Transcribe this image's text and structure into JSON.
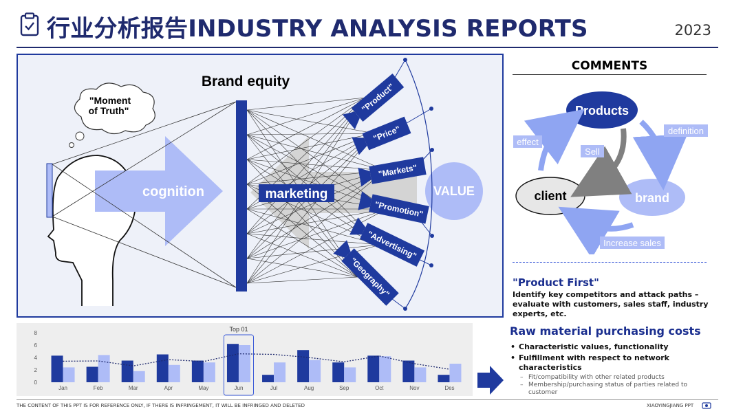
{
  "header": {
    "title": "行业分析报告INDUSTRY ANALYSIS REPORTS",
    "year": "2023"
  },
  "diagram": {
    "brand_equity": "Brand equity",
    "thought_line1": "\"Moment",
    "thought_line2": "of Truth\"",
    "cognition": "cognition",
    "marketing": "marketing",
    "value": "VALUE",
    "tags": [
      "\"Product\"",
      "\"Price\"",
      "\"Markets\"",
      "\"Promotion\"",
      "\"Advertising\"",
      "\"Geography\""
    ]
  },
  "comments": {
    "title": "COMMENTS",
    "products": "Products",
    "client": "client",
    "brand": "brand",
    "effect": "effect",
    "definition": "definition",
    "sell": "Sell",
    "increase_sales": "Increase sales"
  },
  "product_first": {
    "title": "\"Product First\"",
    "desc": "Identify key competitors and attack paths – evaluate with customers, sales staff, industry experts, etc."
  },
  "raw_material": {
    "title": "Raw material purchasing costs",
    "bullets": [
      "Characteristic values,  functionality",
      "Fulfillment with respect to network characteristics"
    ],
    "subs": [
      "Fit/compatibility with other related products",
      "Membership/purchasing status of parties related to customer"
    ]
  },
  "chart_data": {
    "type": "bar",
    "title": "Top 01",
    "categories": [
      "Jan",
      "Feb",
      "Mar",
      "Apr",
      "May",
      "Jun",
      "Jul",
      "Aug",
      "Sep",
      "Oct",
      "Nov",
      "Des"
    ],
    "series": [
      {
        "values": [
          4.3,
          2.5,
          3.5,
          4.5,
          3.5,
          6.2,
          1.2,
          5.2,
          3.2,
          4.3,
          3.5,
          1.2
        ]
      },
      {
        "values": [
          2.4,
          4.4,
          1.8,
          2.8,
          3.2,
          6.0,
          3.2,
          3.6,
          2.4,
          4.2,
          2.4,
          3.0
        ]
      },
      {
        "values": [
          3.4,
          3.45,
          2.65,
          3.65,
          3.35,
          4.6,
          4.5,
          4.0,
          3.3,
          4.25,
          3.0,
          2.1
        ]
      }
    ],
    "ylim": [
      0,
      8
    ],
    "yticks": [
      0,
      2,
      4,
      6,
      8
    ],
    "highlight_category": "Jun",
    "colors": {
      "dark": "#1f3a9e",
      "light": "#aebcf7",
      "line": "#1f2a6e"
    }
  },
  "footer": {
    "left": "THE CONTENT OF THIS PPT IS FOR REFERENCE ONLY, IF THERE IS INFRINGEMENT, IT WILL BE INFRINGED AND DELETED",
    "right": "XIAOYINGJIANG PPT"
  },
  "colors": {
    "primary": "#1f3a9e",
    "navy": "#1f2a6e",
    "light": "#aebcf7",
    "pale": "#c6d2fb"
  }
}
